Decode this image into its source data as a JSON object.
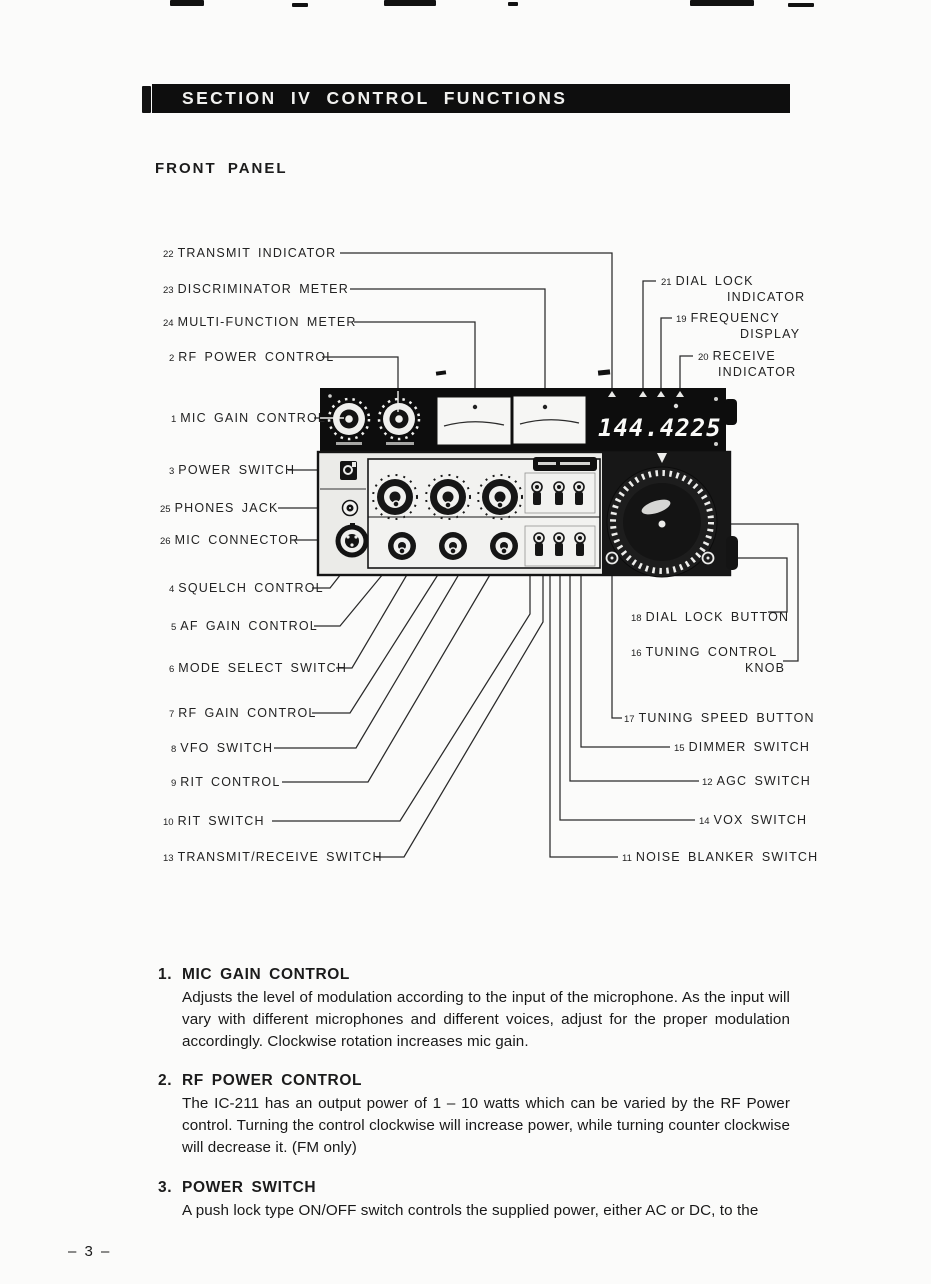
{
  "header": {
    "section_title": "SECTION IV CONTROL FUNCTIONS",
    "page_heading": "FRONT PANEL"
  },
  "figure": {
    "display_value": "144.4225",
    "callouts_left": [
      {
        "num": "22",
        "label": "TRANSMIT INDICATOR"
      },
      {
        "num": "23",
        "label": "DISCRIMINATOR METER"
      },
      {
        "num": "24",
        "label": "MULTI-FUNCTION METER"
      },
      {
        "num": "2",
        "label": "RF POWER CONTROL"
      },
      {
        "num": "1",
        "label": "MIC GAIN CONTROL"
      },
      {
        "num": "3",
        "label": "POWER SWITCH"
      },
      {
        "num": "25",
        "label": "PHONES JACK"
      },
      {
        "num": "26",
        "label": "MIC CONNECTOR"
      },
      {
        "num": "4",
        "label": "SQUELCH CONTROL"
      },
      {
        "num": "5",
        "label": "AF GAIN CONTROL"
      },
      {
        "num": "6",
        "label": "MODE SELECT SWITCH"
      },
      {
        "num": "7",
        "label": "RF GAIN CONTROL"
      },
      {
        "num": "8",
        "label": "VFO SWITCH"
      },
      {
        "num": "9",
        "label": "RIT CONTROL"
      },
      {
        "num": "10",
        "label": "RIT SWITCH"
      },
      {
        "num": "13",
        "label": "TRANSMIT/RECEIVE SWITCH"
      }
    ],
    "callouts_right": [
      {
        "num": "21",
        "label": "DIAL LOCK",
        "label2": "INDICATOR"
      },
      {
        "num": "19",
        "label": "FREQUENCY",
        "label2": "DISPLAY"
      },
      {
        "num": "20",
        "label": "RECEIVE",
        "label2": "INDICATOR"
      },
      {
        "num": "18",
        "label": "DIAL LOCK BUTTON"
      },
      {
        "num": "16",
        "label": "TUNING CONTROL",
        "label2": "KNOB"
      },
      {
        "num": "17",
        "label": "TUNING SPEED BUTTON"
      },
      {
        "num": "15",
        "label": "DIMMER SWITCH"
      },
      {
        "num": "12",
        "label": "AGC SWITCH"
      },
      {
        "num": "14",
        "label": "VOX SWITCH"
      },
      {
        "num": "11",
        "label": "NOISE BLANKER SWITCH"
      }
    ]
  },
  "sections": [
    {
      "num": "1.",
      "title": "MIC GAIN CONTROL",
      "body": "Adjusts the level of modulation according to the input of the microphone.  As the input will vary with different microphones and different voices, adjust for the proper modulation accordingly.  Clockwise rotation increases mic gain."
    },
    {
      "num": "2.",
      "title": "RF POWER CONTROL",
      "body": "The IC-211 has an output power of 1 – 10 watts which can be varied by the RF Power control.  Turning the control clockwise will increase power, while turning counter clockwise will decrease it.  (FM only)"
    },
    {
      "num": "3.",
      "title": "POWER SWITCH",
      "body": "A push lock type ON/OFF switch controls the supplied power, either AC or DC, to the"
    }
  ],
  "footer": {
    "page_number": "– 3 –"
  }
}
